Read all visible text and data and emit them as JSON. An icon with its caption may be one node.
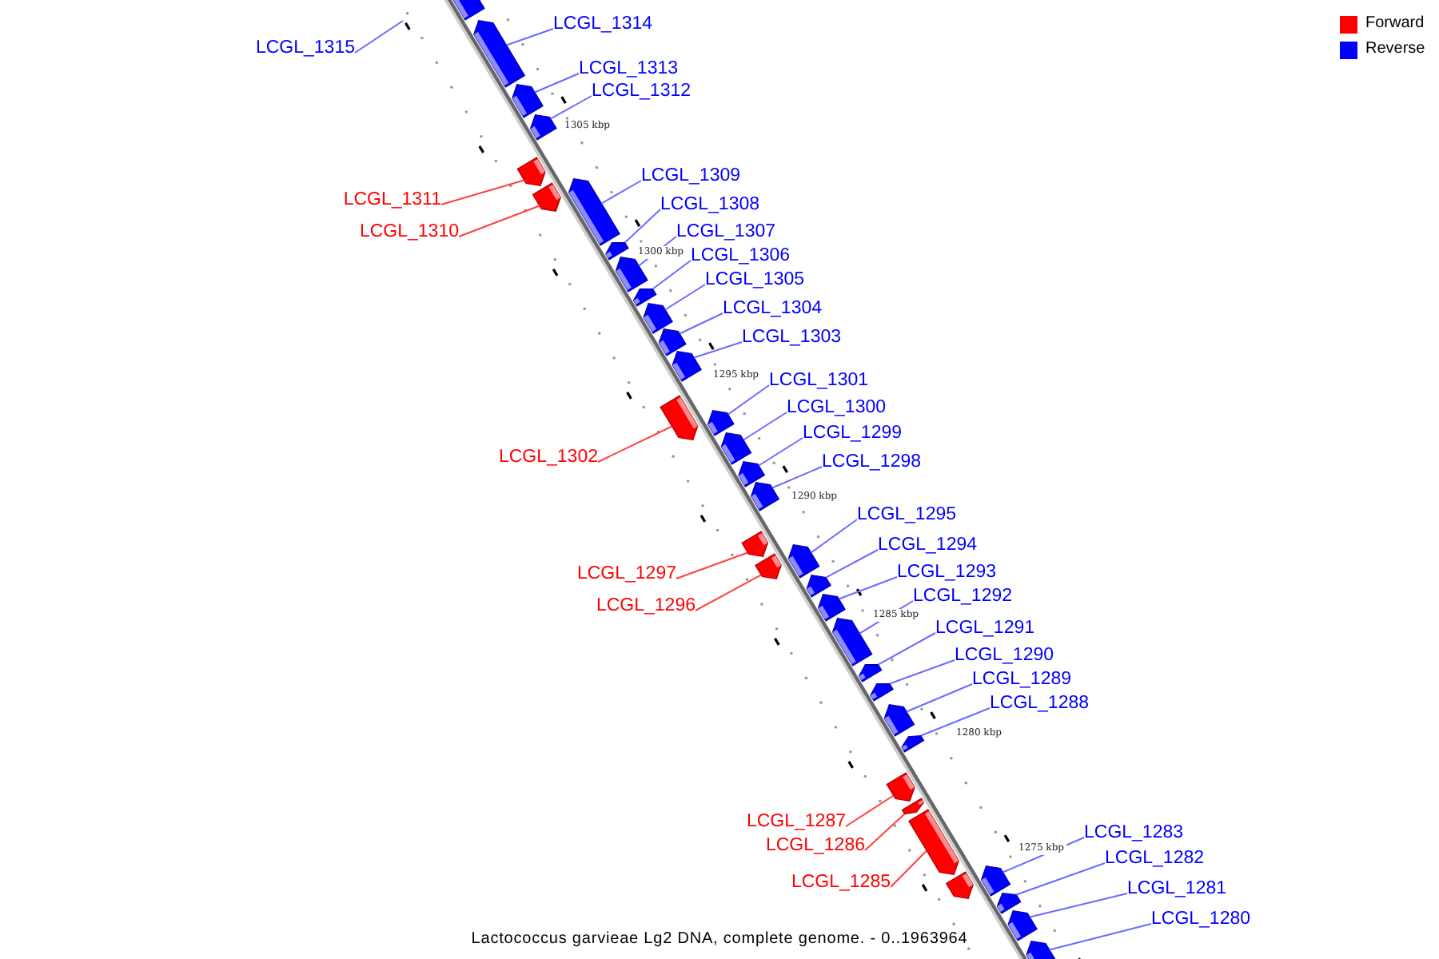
{
  "diagram": {
    "caption": "Lactococcus garvieae Lg2 DNA, complete genome. - 0..1963964",
    "nodes": [
      {
        "text": [
          "LCGL_1315"
        ]
      },
      {
        "text": [
          "LCGL_1314"
        ]
      },
      {
        "text": [
          "LCGL_1313"
        ]
      },
      {
        "text": [
          "LCGL_1312"
        ]
      },
      {
        "text": [
          "LCGL_1311"
        ]
      },
      {
        "text": [
          "LCGL_1310"
        ]
      },
      {
        "text": [
          "LCGL_1309"
        ]
      },
      {
        "text": [
          "LCGL_1308"
        ]
      },
      {
        "text": [
          "LCGL_1307"
        ]
      },
      {
        "text": [
          "LCGL_1306"
        ]
      },
      {
        "text": [
          "LCGL_1305"
        ]
      },
      {
        "text": [
          "LCGL_1304"
        ]
      },
      {
        "text": [
          "LCGL_1303"
        ]
      },
      {
        "text": [
          "LCGL_1302"
        ]
      },
      {
        "text": [
          "LCGL_1301"
        ]
      },
      {
        "text": [
          "LCGL_1300"
        ]
      },
      {
        "text": [
          "LCGL_1299"
        ]
      },
      {
        "text": [
          "LCGL_1298"
        ]
      },
      {
        "text": [
          "LCGL_1297"
        ]
      },
      {
        "text": [
          "LCGL_1296"
        ]
      },
      {
        "text": [
          "LCGL_1295"
        ]
      },
      {
        "text": [
          "LCGL_1294"
        ]
      },
      {
        "text": [
          "LCGL_1293"
        ]
      },
      {
        "text": [
          "LCGL_1292"
        ]
      },
      {
        "text": [
          "LCGL_1291"
        ]
      },
      {
        "text": [
          "LCGL_1290"
        ]
      },
      {
        "text": [
          "LCGL_1289"
        ]
      },
      {
        "text": [
          "LCGL_1288"
        ]
      },
      {
        "text": [
          "LCGL_1287"
        ]
      },
      {
        "text": [
          "LCGL_1286"
        ]
      },
      {
        "text": [
          "LCGL_1285"
        ]
      },
      {
        "text": [
          "LCGL_1283"
        ]
      },
      {
        "text": [
          "LCGL_1282"
        ]
      },
      {
        "text": [
          "LCGL_1281"
        ]
      },
      {
        "text": [
          "LCGL_1280"
        ]
      },
      {
        "text": [],
        "shape": "bar"
      },
      {
        "text": [],
        "shape": "bar"
      },
      {
        "text": [],
        "shape": "bar"
      },
      {
        "text": [],
        "shape": "bar"
      },
      {
        "text": [],
        "shape": "bar"
      },
      {
        "text": [],
        "shape": "bar"
      },
      {
        "text": [],
        "shape": "bar"
      },
      {
        "text": [],
        "shape": "bar"
      },
      {
        "text": [],
        "shape": "bar"
      },
      {
        "text": [],
        "shape": "bar"
      },
      {
        "text": [],
        "shape": "bar"
      },
      {
        "text": [],
        "shape": "bar"
      },
      {
        "text": [],
        "shape": "bar"
      },
      {
        "text": [],
        "shape": "bar"
      },
      {
        "text": [],
        "shape": "bar"
      },
      {
        "text": [],
        "shape": "bar"
      },
      {
        "text": [],
        "shape": "bar"
      },
      {
        "text": [],
        "shape": "bar"
      },
      {
        "text": [],
        "shape": "bar"
      },
      {
        "text": [],
        "shape": "bar"
      },
      {
        "text": [],
        "shape": "bar"
      },
      {
        "text": [],
        "shape": "bar"
      },
      {
        "text": [],
        "shape": "bar"
      },
      {
        "text": [],
        "shape": "bar"
      },
      {
        "text": [],
        "shape": "bar"
      },
      {
        "text": [],
        "shape": "bar"
      },
      {
        "text": [],
        "shape": "bar"
      },
      {
        "text": [],
        "shape": "bar"
      },
      {
        "text": [],
        "shape": "bar"
      },
      {
        "text": [],
        "shape": "bar"
      },
      {
        "text": [],
        "shape": "bar"
      },
      {
        "text": [],
        "shape": "bar"
      },
      {
        "text": [],
        "shape": "bar"
      },
      {
        "text": [],
        "shape": "bar"
      },
      {
        "text": [],
        "shape": "bar"
      },
      {
        "text": [],
        "shape": "bar"
      }
    ],
    "edges": [
      {
        "from": 0,
        "to": null,
        "arrow": "none"
      },
      {
        "from": 1,
        "to": 36,
        "arrow": "none"
      },
      {
        "from": 2,
        "to": 37,
        "arrow": "none"
      },
      {
        "from": 3,
        "to": 38,
        "arrow": "none"
      },
      {
        "from": 4,
        "to": 39,
        "arrow": "none",
        "color": "#ff4040"
      },
      {
        "from": 5,
        "to": 40,
        "arrow": "none",
        "color": "#ff4040"
      },
      {
        "from": 6,
        "to": 41,
        "arrow": "none"
      },
      {
        "from": 7,
        "to": 42,
        "arrow": "none"
      },
      {
        "from": 8,
        "to": 43,
        "arrow": "none"
      },
      {
        "from": 9,
        "to": 44,
        "arrow": "none"
      },
      {
        "from": 10,
        "to": 45,
        "arrow": "none"
      },
      {
        "from": 11,
        "to": 46,
        "arrow": "none"
      },
      {
        "from": 12,
        "to": 47,
        "arrow": "none"
      },
      {
        "from": 13,
        "to": 48,
        "arrow": "none",
        "color": "#ff4040"
      },
      {
        "from": 14,
        "to": 49,
        "arrow": "none"
      },
      {
        "from": 15,
        "to": 50,
        "arrow": "none"
      },
      {
        "from": 16,
        "to": 51,
        "arrow": "none"
      },
      {
        "from": 17,
        "to": 52,
        "arrow": "none"
      },
      {
        "from": 18,
        "to": 53,
        "arrow": "none",
        "color": "#ff4040"
      },
      {
        "from": 19,
        "to": 54,
        "arrow": "none",
        "color": "#ff4040"
      },
      {
        "from": 20,
        "to": 55,
        "arrow": "none"
      },
      {
        "from": 21,
        "to": 56,
        "arrow": "none"
      },
      {
        "from": 22,
        "to": 57,
        "arrow": "none"
      },
      {
        "from": 23,
        "to": 58,
        "arrow": "none"
      },
      {
        "from": 24,
        "to": 59,
        "arrow": "none"
      },
      {
        "from": 25,
        "to": 60,
        "arrow": "none"
      },
      {
        "from": 26,
        "to": 61,
        "arrow": "none"
      },
      {
        "from": 27,
        "to": 62,
        "arrow": "none"
      },
      {
        "from": 28,
        "to": 63,
        "arrow": "none",
        "color": "#ff4040"
      },
      {
        "from": 29,
        "to": 64,
        "arrow": "none",
        "color": "#ff4040"
      },
      {
        "from": 30,
        "to": 65,
        "arrow": "none",
        "color": "#ff4040"
      },
      {
        "from": 31,
        "to": 67,
        "arrow": "none"
      },
      {
        "from": 32,
        "to": 68,
        "arrow": "none"
      },
      {
        "from": 33,
        "to": 69,
        "arrow": "none"
      },
      {
        "from": 34,
        "to": 70,
        "arrow": "none"
      }
    ],
    "labels": [
      "1305 kbp",
      "1300 kbp",
      "1295 kbp",
      "1290 kbp",
      "1285 kbp",
      "1280 kbp",
      "1275 kbp"
    ],
    "legend": [
      {
        "text": "Forward",
        "color": "#ff0000"
      },
      {
        "text": "Reverse",
        "color": "#0000ff"
      }
    ]
  }
}
